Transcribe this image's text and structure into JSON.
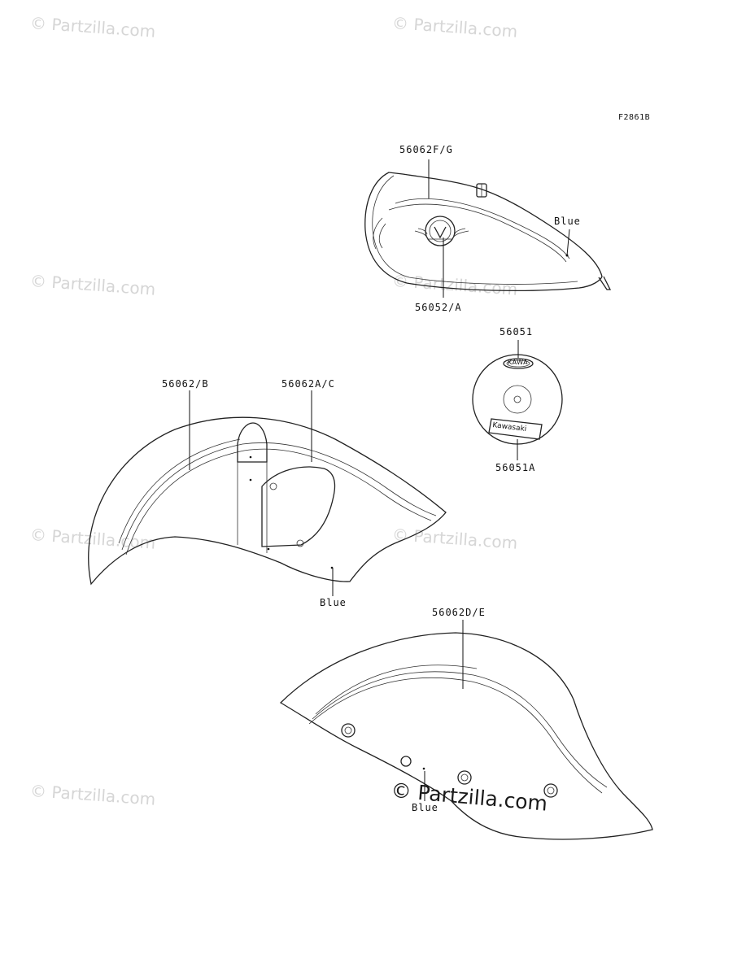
{
  "figure_code": "F2861B",
  "watermark": "© Partzilla.com",
  "watermark_center": "© Partzilla.com",
  "callouts": {
    "tank_stripe": "56062F/G",
    "tank_emblem": "56052/A",
    "tank_color": "Blue",
    "cover_top": "56051",
    "cover_bottom": "56051A",
    "front_fender_stripe_left": "56062/B",
    "front_fender_stripe_right": "56062A/C",
    "front_fender_color": "Blue",
    "rear_fender_stripe": "56062D/E",
    "rear_fender_color": "Blue"
  },
  "cover_texts": {
    "top_badge": "KAWA",
    "bottom_badge": "Kawasaki"
  }
}
